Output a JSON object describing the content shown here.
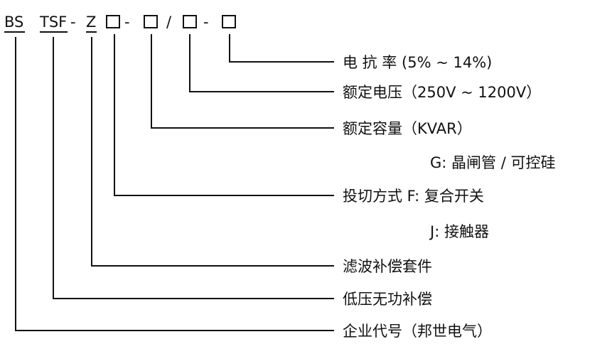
{
  "model_code": {
    "brand": "BS",
    "series": "TSF",
    "separator1": "-",
    "type": "Z",
    "separator2": "-",
    "slash": "/",
    "separator3": "-"
  },
  "labels": {
    "reactance": "电 抗 率 (5% ~ 14%)",
    "rated_voltage": "额定电压（250V ~ 1200V）",
    "rated_capacity": "额定容量（KVAR）",
    "switch_option_g": "G: 晶闸管 / 可控硅",
    "switching_mode": "投切方式 F: 复合开关",
    "switch_option_j": "J: 接触器",
    "filter_kit": "滤波补偿套件",
    "low_voltage": "低压无功补偿",
    "company": "企业代号（邦世电气）"
  }
}
